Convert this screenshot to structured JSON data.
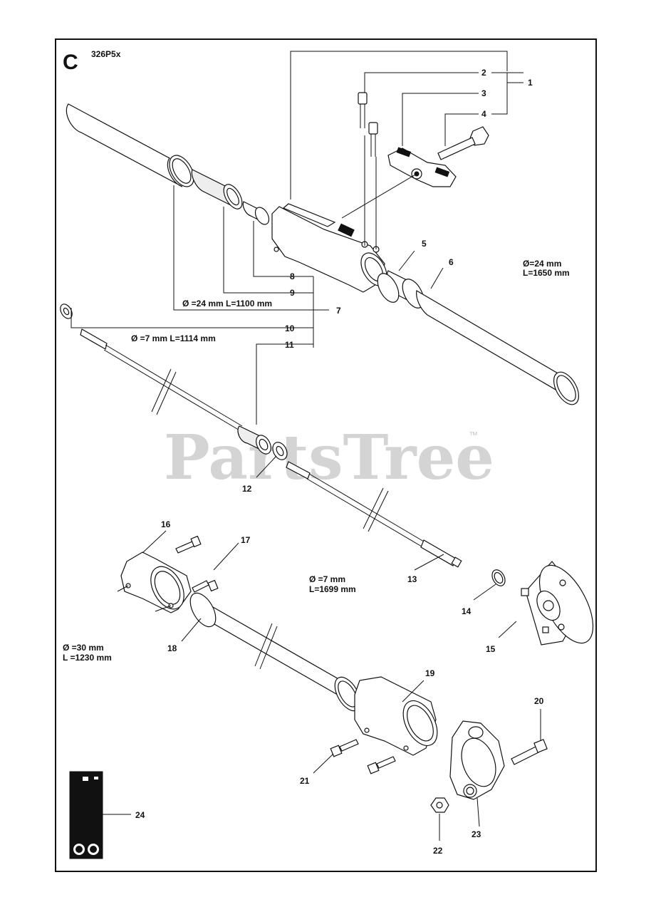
{
  "diagram": {
    "section_letter": "C",
    "model": "326P5x",
    "watermark": "PartsTree",
    "watermark_tm": "™",
    "dimensions": {
      "upper_tube_d": "Ø=24 mm",
      "upper_tube_l": "L=1650 mm",
      "inner_tube": "Ø =24 mm L=1100 mm",
      "shaft_short": "Ø =7 mm L=1114 mm",
      "shaft_long_d": "Ø =7 mm",
      "shaft_long_l": "L=1699 mm",
      "lower_tube_d": "Ø =30 mm",
      "lower_tube_l": "L  =1230 mm"
    },
    "callouts": [
      "1",
      "2",
      "3",
      "4",
      "5",
      "6",
      "7",
      "8",
      "9",
      "10",
      "11",
      "12",
      "13",
      "14",
      "15",
      "16",
      "17",
      "18",
      "19",
      "20",
      "21",
      "22",
      "23",
      "24"
    ]
  }
}
